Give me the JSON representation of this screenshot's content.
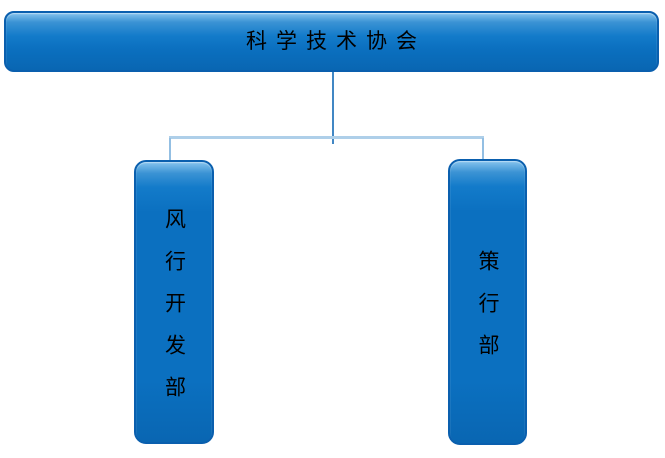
{
  "org_chart": {
    "type": "org-chart",
    "root": {
      "label": "科学技术协会"
    },
    "children": [
      {
        "id": "fengxing-development-dept",
        "label": "风行开发部",
        "orientation": "vertical"
      },
      {
        "id": "cexing-dept",
        "label": "策行部",
        "orientation": "vertical"
      }
    ]
  },
  "colors": {
    "background": "#ffffff",
    "box_fill": "#0b70c0",
    "box_fill_deep": "#0966b2",
    "gloss_top": "#86c4ee",
    "gloss_mid": "#3b93d4",
    "box_border": "#0a5fae",
    "connector_main": "#4187c4",
    "connector_light": "#aecfe9",
    "connector_stub": "#93bfe3",
    "text_color": "#000000"
  }
}
